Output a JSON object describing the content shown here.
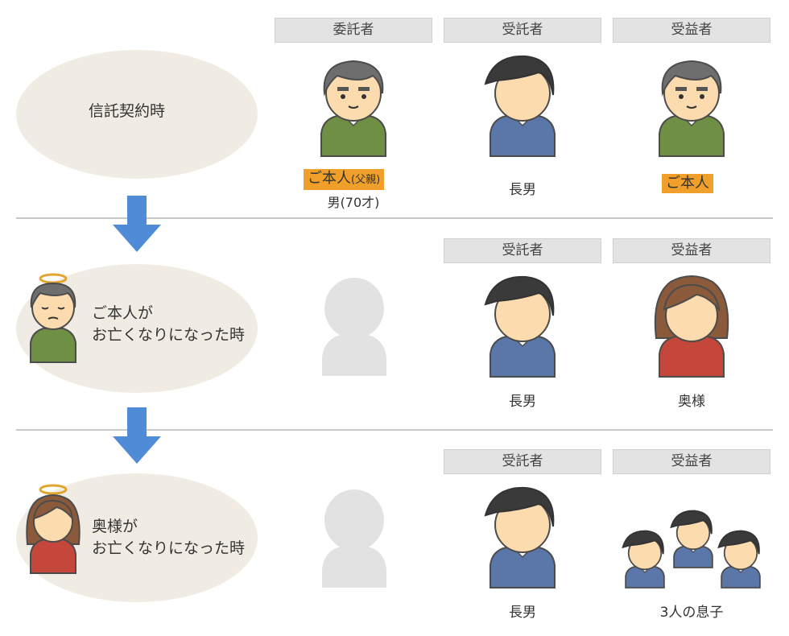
{
  "stages": [
    {
      "label_lines": [
        "信託契約時"
      ],
      "roles": {
        "settlor": "委託者",
        "trustee": "受託者",
        "beneficiary": "受益者"
      },
      "settlor": {
        "tag": "ご本人",
        "tag_sub": "(父親)",
        "note": "男(70才)"
      },
      "trustee": {
        "name": "長男"
      },
      "beneficiary": {
        "tag": "ご本人"
      }
    },
    {
      "label_lines": [
        "ご本人が",
        "お亡くなりになった時"
      ],
      "roles": {
        "trustee": "受託者",
        "beneficiary": "受益者"
      },
      "trustee": {
        "name": "長男"
      },
      "beneficiary": {
        "name": "奥様"
      }
    },
    {
      "label_lines": [
        "奥様が",
        "お亡くなりになった時"
      ],
      "roles": {
        "trustee": "受託者",
        "beneficiary": "受益者"
      },
      "trustee": {
        "name": "長男"
      },
      "beneficiary": {
        "name": "3人の息子"
      }
    }
  ],
  "colors": {
    "ellipse": "#f1ece3",
    "header": "#e3e3e3",
    "divider": "#c8c8c8",
    "arrow": "#4f8bd6",
    "tag": "#f0a02a",
    "skin": "#fcdcae",
    "father_shirt": "#6f8f45",
    "son_shirt": "#5b76a8",
    "mother_shirt": "#c5463a",
    "ghost": "#e2e2e2"
  }
}
